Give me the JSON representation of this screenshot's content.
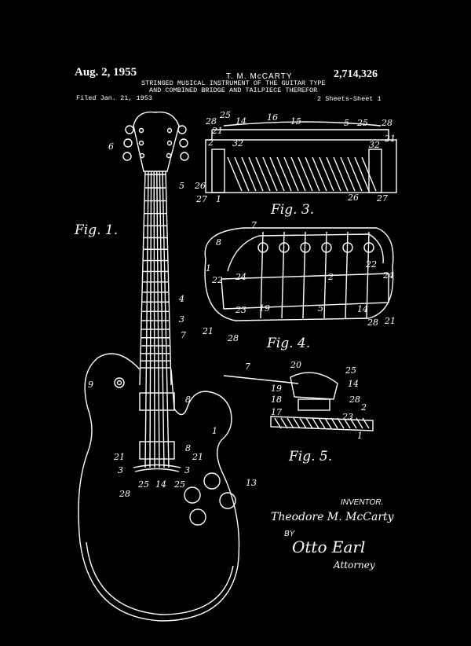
{
  "header": {
    "date": "Aug. 2, 1955",
    "inventor_name": "T. M. McCARTY",
    "patent_number": "2,714,326",
    "title_line1": "STRINGED MUSICAL INSTRUMENT OF THE GUITAR TYPE",
    "title_line2": "AND COMBINED BRIDGE AND TAILPIECE THEREFOR",
    "filed": "Filed Jan. 21, 1953",
    "sheets": "2 Sheets-Sheet 1"
  },
  "figures": {
    "fig1": "Fig. 1.",
    "fig3": "Fig. 3.",
    "fig4": "Fig. 4.",
    "fig5": "Fig. 5."
  },
  "reference_numerals": {
    "fig1": [
      "6",
      "5",
      "4",
      "3",
      "7",
      "9",
      "8",
      "8",
      "1",
      "21",
      "21",
      "3",
      "3",
      "28",
      "25",
      "14",
      "25",
      "13"
    ],
    "fig3": [
      "28",
      "25",
      "14",
      "16",
      "15",
      "5",
      "25",
      "28",
      "21",
      "2",
      "32",
      "32",
      "21",
      "26",
      "27",
      "1",
      "26",
      "27"
    ],
    "fig4": [
      "7",
      "8",
      "1",
      "22",
      "24",
      "2",
      "22",
      "24",
      "21",
      "23",
      "19",
      "5",
      "14",
      "28",
      "21",
      "28"
    ],
    "fig5": [
      "7",
      "20",
      "25",
      "14",
      "19",
      "18",
      "28",
      "17",
      "23",
      "2",
      "1"
    ]
  },
  "signature": {
    "inventor_label": "INVENTOR.",
    "inventor_signature": "Theodore M. McCarty",
    "by": "BY",
    "attorney_signature": "Otto Earl",
    "attorney_label": "Attorney"
  }
}
